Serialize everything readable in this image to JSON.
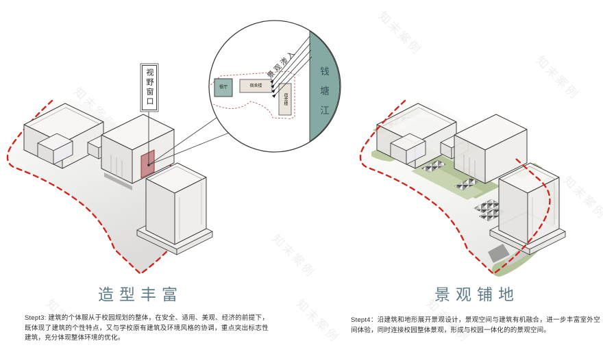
{
  "watermark": {
    "text": "知末案例"
  },
  "left": {
    "title": "造型丰富",
    "caption": "Stept3: 建筑的个体服从于校园规划的整体，在安全、适用、美观、经济的前提下，既体现了建筑的个性特点，又与学校原有建筑及环境风格的协调，重点突出标志性建筑，充分体现整体环境的优化。",
    "view_window_label": "视野窗口"
  },
  "callout": {
    "river_label": "钱塘江",
    "arrow_label": "景观渗入",
    "dining_label": "餐厅",
    "dorm_label_horizontal": "宿舍楼",
    "dorm_label_vertical": "宿舍楼"
  },
  "right": {
    "title": "景观铺地",
    "caption": "Stept4：沿建筑和地形展开景观设计，景观空间与建筑有机融合，进一步丰富室外空间体验，同时连接校园整体景观，形成与校园一体化的的景观空间。"
  },
  "colors": {
    "boundary_red": "#cf261b",
    "river_teal": "#85a9a3",
    "landscape_green": "#b4c399",
    "highlight_red": "#c98e90",
    "title_blue": "#5d7b88"
  }
}
